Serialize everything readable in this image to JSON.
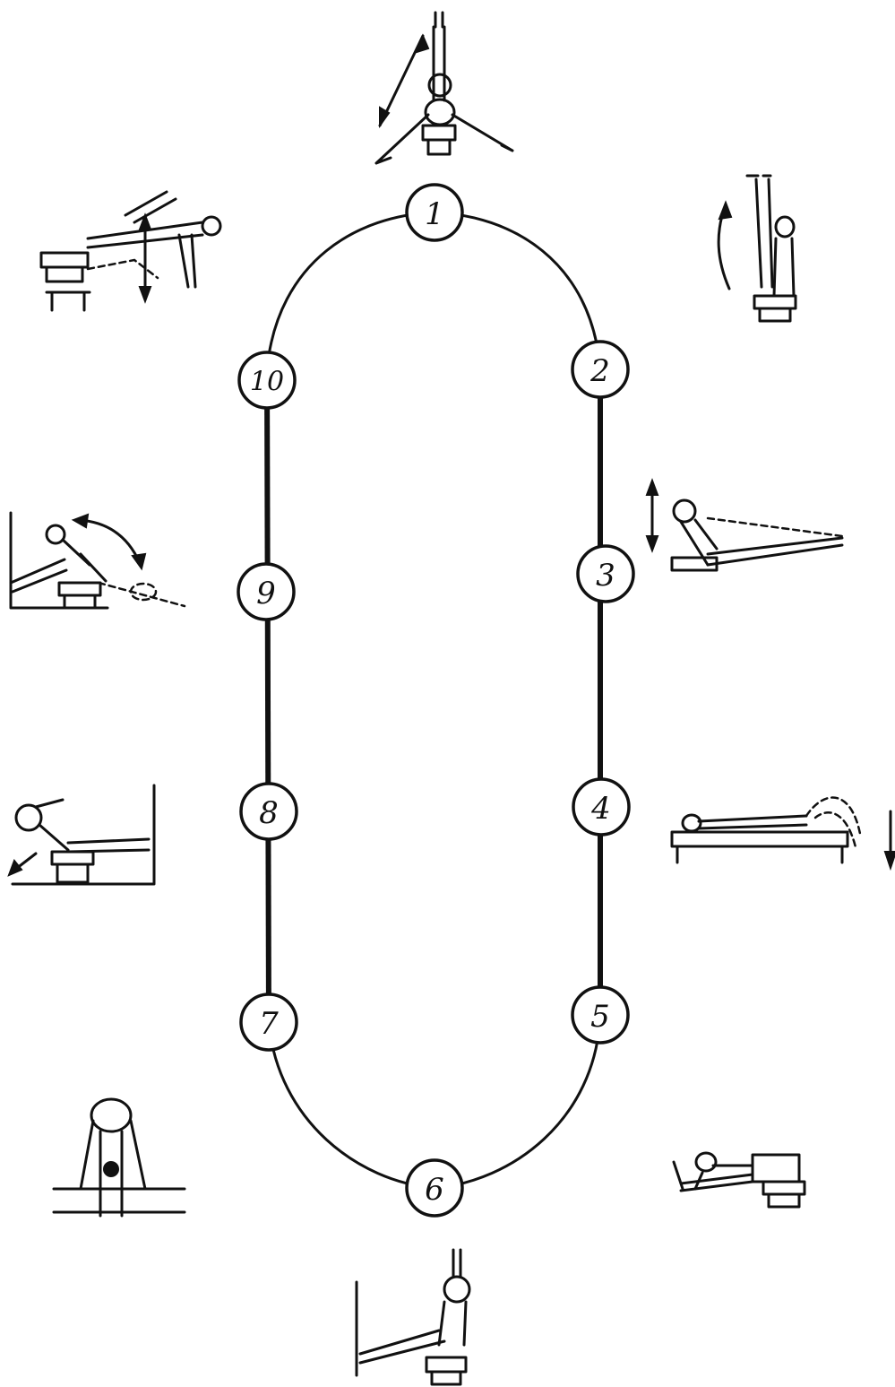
{
  "diagram": {
    "circuit_color": "#111111",
    "stations": [
      {
        "label": "1"
      },
      {
        "label": "2"
      },
      {
        "label": "3"
      },
      {
        "label": "4"
      },
      {
        "label": "5"
      },
      {
        "label": "6"
      },
      {
        "label": "7"
      },
      {
        "label": "8"
      },
      {
        "label": "9"
      },
      {
        "label": "10"
      }
    ]
  }
}
